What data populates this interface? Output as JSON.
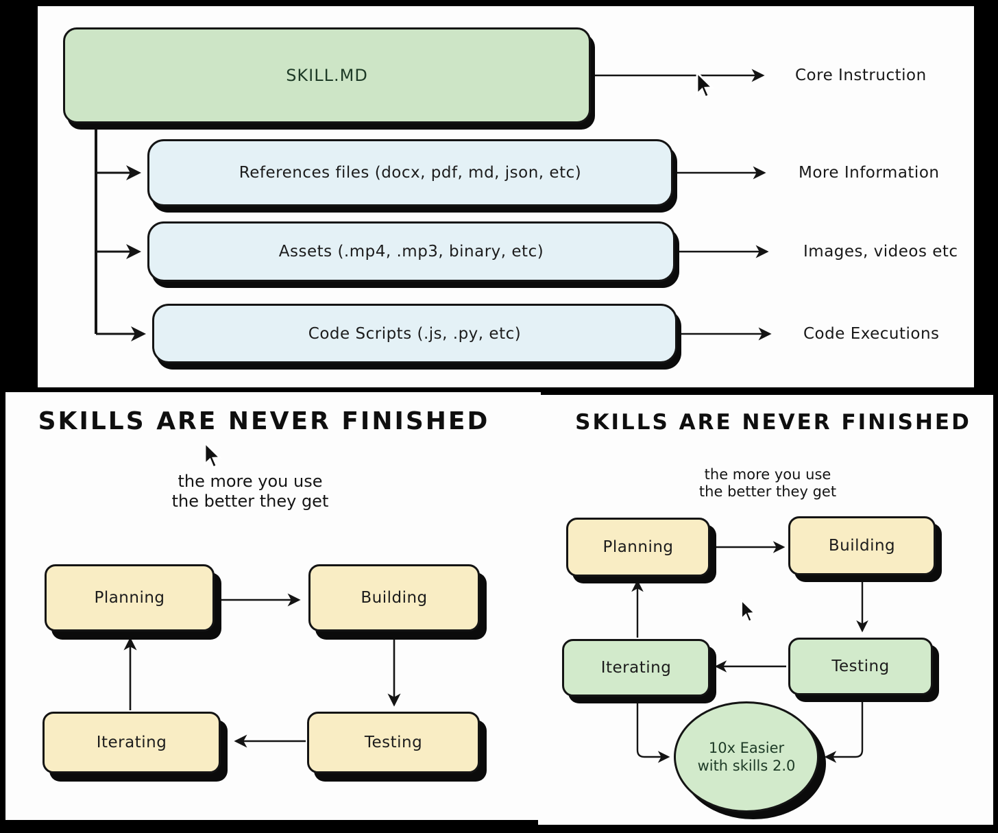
{
  "panels": {
    "skill_anatomy": {
      "root": {
        "label": "SKILL.MD",
        "annotation": "Core Instruction"
      },
      "children": [
        {
          "label": "References files (docx, pdf, md, json, etc)",
          "annotation": "More Information"
        },
        {
          "label": "Assets (.mp4, .mp3, binary, etc)",
          "annotation": "Images, videos etc"
        },
        {
          "label": "Code Scripts (.js, .py, etc)",
          "annotation": "Code Executions"
        }
      ]
    },
    "cycle_left": {
      "title": "SKILLS ARE NEVER FINISHED",
      "subtitle": [
        "the more you use",
        "the better they get"
      ],
      "nodes": {
        "planning": "Planning",
        "building": "Building",
        "testing": "Testing",
        "iterating": "Iterating"
      }
    },
    "cycle_right": {
      "title": "SKILLS ARE NEVER FINISHED",
      "subtitle": [
        "the more you use",
        "the better they get"
      ],
      "nodes": {
        "planning": "Planning",
        "building": "Building",
        "testing": "Testing",
        "iterating": "Iterating"
      },
      "result": [
        "10x Easier",
        "with skills 2.0"
      ]
    }
  },
  "colors": {
    "root_green": "#cde5c6",
    "reference_blue": "#e4f1f6",
    "node_yellow": "#f9edc4",
    "node_green": "#d2eacb",
    "outline": "#141414"
  }
}
